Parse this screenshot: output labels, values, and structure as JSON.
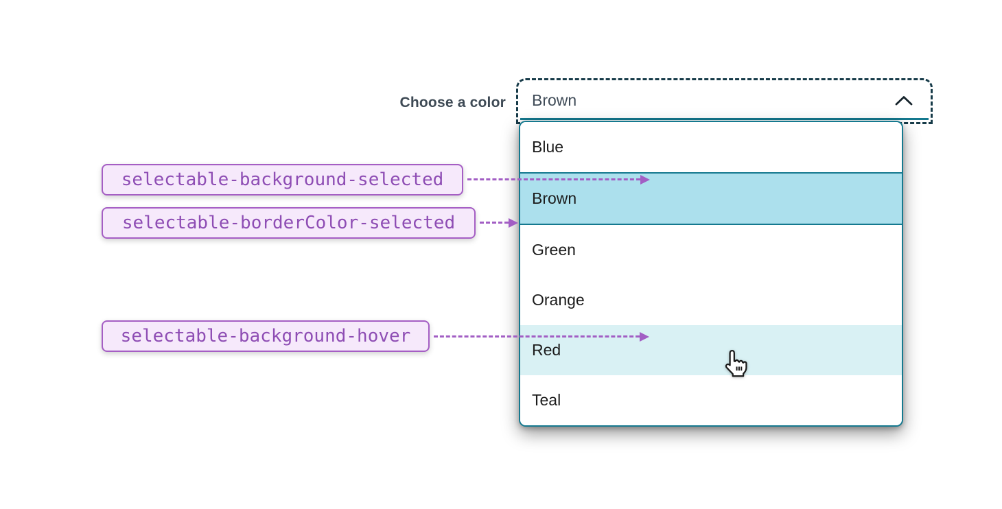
{
  "colors": {
    "teal_border": "#15798F",
    "focus_outline": "#173B49",
    "selected_bg": "#ACE0ED",
    "hover_bg": "#D9F1F4",
    "annotation_border": "#A55EC4",
    "annotation_bg": "#F6E9FB",
    "annotation_text": "#8E4DB4",
    "arrow": "#A25EC4"
  },
  "field": {
    "label": "Choose a color",
    "value": "Brown",
    "chevron_icon": "chevron-up"
  },
  "listbox": {
    "options": [
      {
        "label": "Blue",
        "state": "default"
      },
      {
        "label": "Brown",
        "state": "selected"
      },
      {
        "label": "Green",
        "state": "default"
      },
      {
        "label": "Orange",
        "state": "default"
      },
      {
        "label": "Red",
        "state": "hover"
      },
      {
        "label": "Teal",
        "state": "default"
      }
    ]
  },
  "annotations": [
    {
      "token": "selectable-background-selected"
    },
    {
      "token": "selectable-borderColor-selected"
    },
    {
      "token": "selectable-background-hover"
    }
  ],
  "cursor_icon": "hand-pointer"
}
